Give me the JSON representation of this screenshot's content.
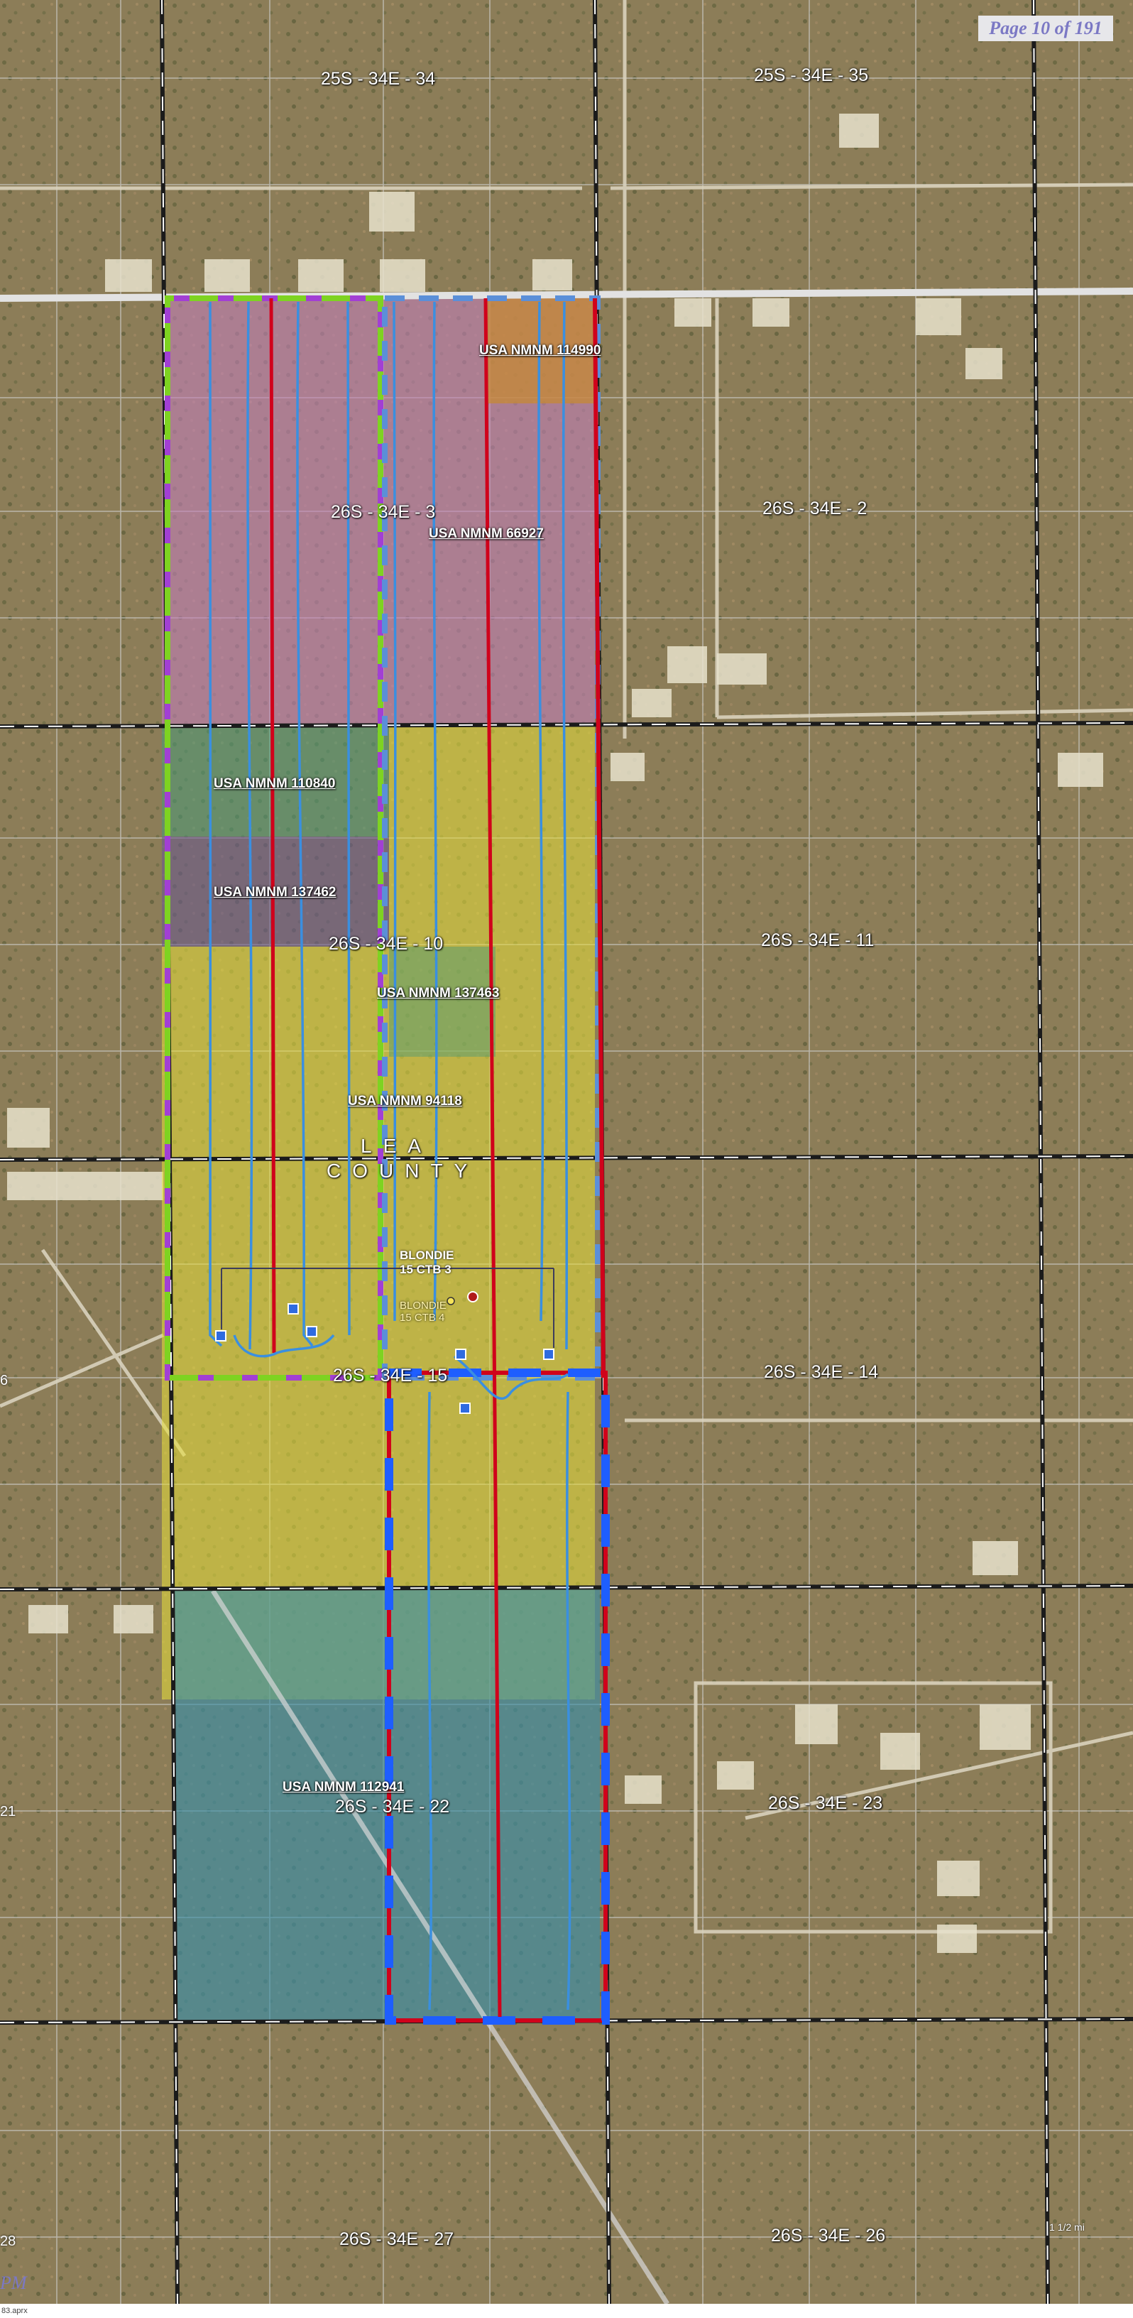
{
  "page_indicator": "Page 10 of 191",
  "sections": [
    {
      "id": "s34",
      "label": "25S - 34E - 34"
    },
    {
      "id": "s35",
      "label": "25S - 34E - 35"
    },
    {
      "id": "s3",
      "label": "26S - 34E - 3"
    },
    {
      "id": "s2",
      "label": "26S - 34E - 2"
    },
    {
      "id": "s10",
      "label": "26S - 34E - 10"
    },
    {
      "id": "s11",
      "label": "26S - 34E - 11"
    },
    {
      "id": "s15",
      "label": "26S - 34E - 15"
    },
    {
      "id": "s14",
      "label": "26S - 34E - 14"
    },
    {
      "id": "s22",
      "label": "26S - 34E - 22"
    },
    {
      "id": "s23",
      "label": "26S - 34E - 23"
    },
    {
      "id": "s27",
      "label": "26S - 34E - 27"
    },
    {
      "id": "s26",
      "label": "26S - 34E - 26"
    }
  ],
  "leases": [
    {
      "id": "l114990",
      "label": "USA NMNM 114990"
    },
    {
      "id": "l66927",
      "label": "USA NMNM 66927"
    },
    {
      "id": "l110840",
      "label": "USA NMNM 110840"
    },
    {
      "id": "l137462",
      "label": "USA NMNM 137462"
    },
    {
      "id": "l137463",
      "label": "USA NMNM 137463"
    },
    {
      "id": "l94118",
      "label": "USA NMNM 94118"
    },
    {
      "id": "l112941",
      "label": "USA NMNM 112941"
    }
  ],
  "county": {
    "line1": "LEA",
    "line2": "COUNTY"
  },
  "wells": {
    "label1_line1": "BLONDIE",
    "label1_line2": "15 CTB 3",
    "label2_line1": "BLONDIE",
    "label2_line2": "15 CTB 4"
  },
  "edge_labels": {
    "left_16": "6",
    "left_21": "21",
    "left_28": "28"
  },
  "corner_text": "PM",
  "footer_text": "83.aprx",
  "scale_text": "1 1/2 mi",
  "colors": {
    "lease_pink": "#c27fb8",
    "lease_orange": "#c88a2e",
    "lease_green": "#4a9a78",
    "lease_purple": "#6b5a8c",
    "lease_yellow": "#e7e03a",
    "lease_teal": "#3a8fa8",
    "boundary_purple": "#a23fd4",
    "boundary_green": "#7ed321",
    "boundary_red": "#d0021b",
    "boundary_blue": "#1e5eff",
    "wellbore_blue": "#3a8fe0"
  }
}
